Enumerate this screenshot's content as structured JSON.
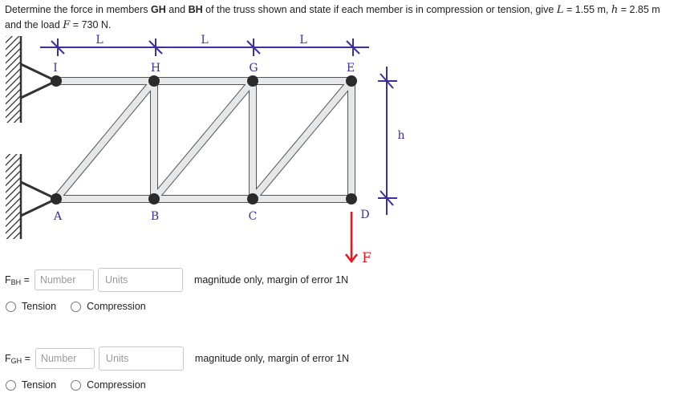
{
  "question": {
    "part1": "Determine the force in members ",
    "member1": "GH",
    "and": " and ",
    "member2": "BH",
    "part2": " of the truss shown and state if each member is in compression or tension, give ",
    "L_var": "L",
    "L_val": " = 1.55 m, ",
    "h_var": "h",
    "h_val": " = 2.85 m and the load ",
    "F_var": "F",
    "F_val": " = 730 N."
  },
  "figure": {
    "nodes_top": [
      "I",
      "H",
      "G",
      "E"
    ],
    "nodes_bottom": [
      "A",
      "B",
      "C",
      "D"
    ],
    "dim_labels": [
      "L",
      "L",
      "L"
    ],
    "height_label": "h",
    "load_label": "F",
    "colors": {
      "dimension": "#3d2fa0",
      "load": "#e8141e",
      "member_fill": "#e6e7e8",
      "member_stroke": "#555555",
      "joint": "#2b2b2b"
    }
  },
  "answers": [
    {
      "label_main": "F",
      "label_sub": "BH",
      "equals": " =",
      "number_placeholder": "Number",
      "units_placeholder": "Units",
      "hint": "magnitude only, margin of error 1N",
      "options": [
        "Tension",
        "Compression"
      ]
    },
    {
      "label_main": "F",
      "label_sub": "GH",
      "equals": " =",
      "number_placeholder": "Number",
      "units_placeholder": "Units",
      "hint": "magnitude only, margin of error 1N",
      "options": [
        "Tension",
        "Compression"
      ]
    }
  ]
}
